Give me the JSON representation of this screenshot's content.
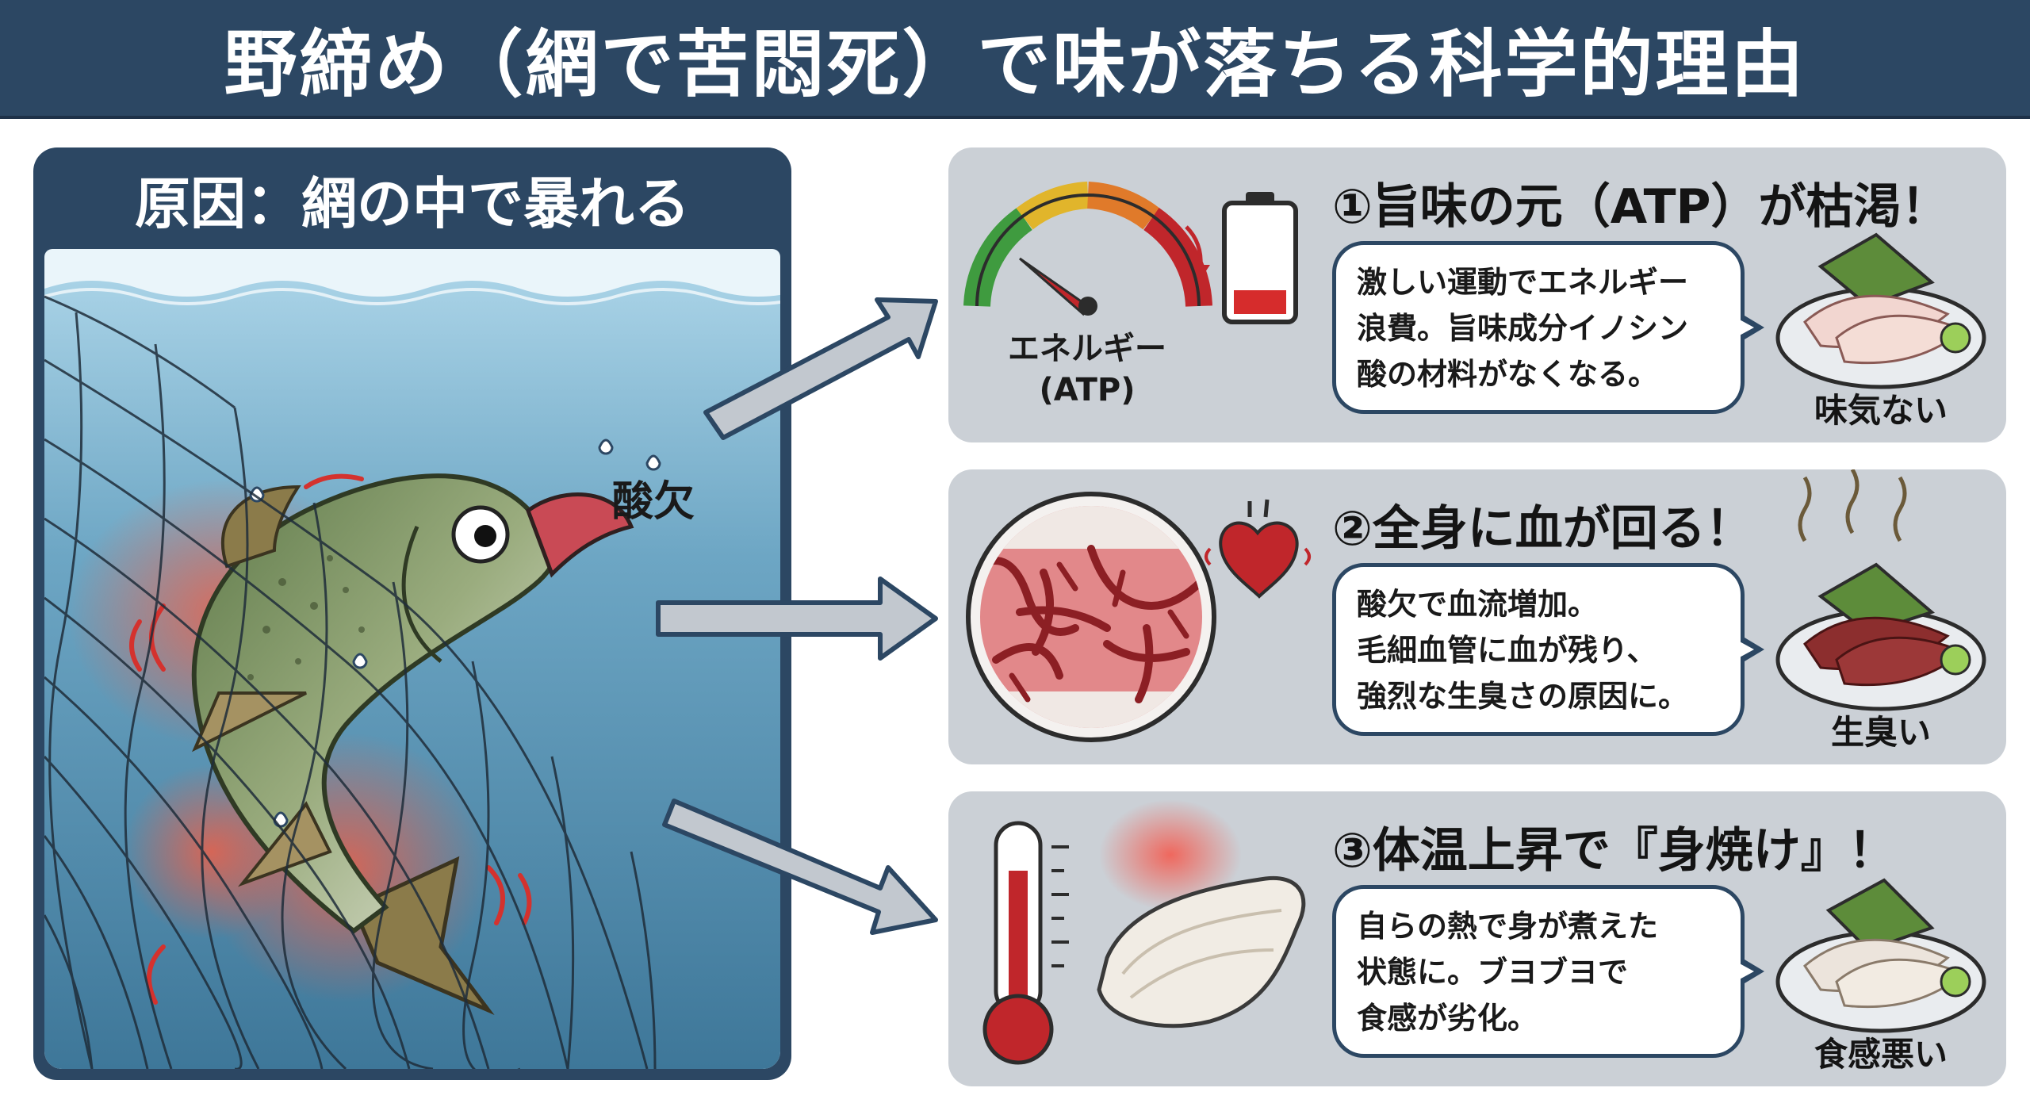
{
  "title": "野締め（網で苦悶死）で味が落ちる科学的理由",
  "cause": {
    "title": "原因：網の中で暴れる",
    "label": "酸欠"
  },
  "effects": [
    {
      "heading": "①旨味の元（ATP）が枯渇！",
      "bubble_lines": [
        "激しい運動でエネルギー",
        "浪費。旨味成分イノシン",
        "酸の材料がなくなる。"
      ],
      "icon_label_lines": [
        "エネルギー",
        "(ATP)"
      ],
      "result": "味気ない"
    },
    {
      "heading": "②全身に血が回る！",
      "bubble_lines": [
        "酸欠で血流増加。",
        "毛細血管に血が残り、",
        "強烈な生臭さの原因に。"
      ],
      "result": "生臭い"
    },
    {
      "heading": "③体温上昇で『身焼け』！",
      "bubble_lines": [
        "自らの熱で身が煮えた",
        "状態に。ブヨブヨで",
        "食感が劣化。"
      ],
      "result": "食感悪い"
    }
  ],
  "colors": {
    "navy": "#2c4763",
    "card_bg": "#cbd0d6",
    "water": "#4f8fb0",
    "blood_red": "#c0262b",
    "gauge_green": "#3f9b3f",
    "gauge_yellow": "#e1b52b",
    "gauge_orange": "#e07a2a"
  },
  "icons": [
    "fish-icon",
    "net-icon",
    "gauge-icon",
    "battery-low-icon",
    "sashimi-icon",
    "blood-vessel-icon",
    "heart-icon",
    "steam-icon",
    "thermometer-icon",
    "fillet-icon",
    "arrow-right-icon"
  ]
}
